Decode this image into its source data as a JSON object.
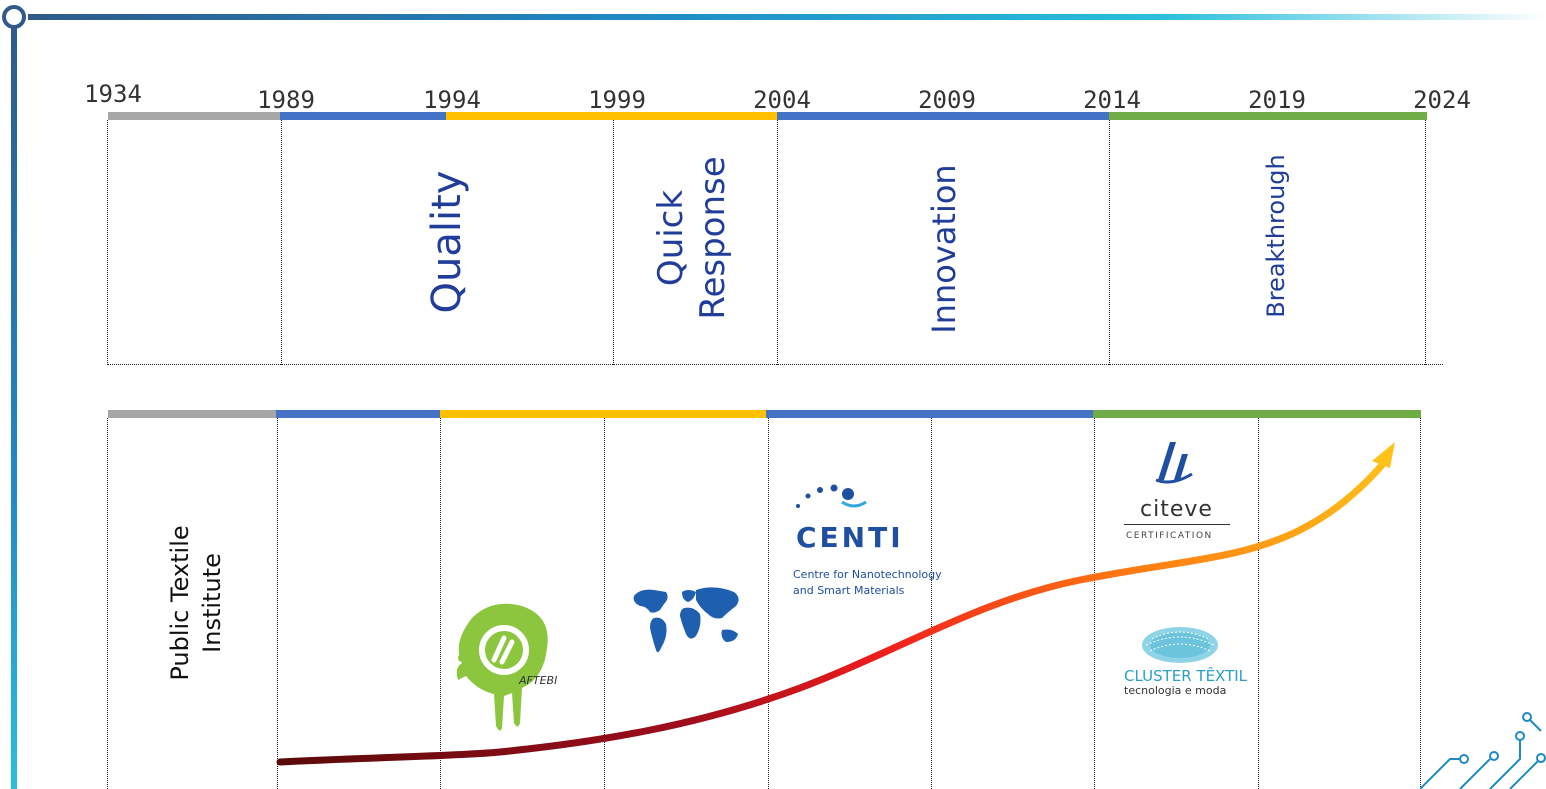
{
  "timeline": {
    "years": [
      "1934",
      "1989",
      "1994",
      "1999",
      "2004",
      "2009",
      "2014",
      "2019",
      "2024"
    ],
    "eras": [
      {
        "label": "Quality"
      },
      {
        "label": "Quick\nResponse"
      },
      {
        "label": "Innovation"
      },
      {
        "label": "Breakthrough"
      }
    ],
    "colors": {
      "gray": "#a6a6a6",
      "blue": "#4472c4",
      "yellow": "#ffc000",
      "green": "#70ad47"
    }
  },
  "bottom": {
    "institute_label": "Public Textile\nInstitute",
    "logos": {
      "aftebi": {
        "name": "AFTEBI",
        "icon": "aftebi-logo-icon"
      },
      "world": {
        "icon": "world-map-icon"
      },
      "centi": {
        "name": "CENTI",
        "subtitle_line1": "Centre for Nanotechnology",
        "subtitle_line2": "and Smart Materials",
        "icon": "centi-logo-icon"
      },
      "citeve": {
        "name": "citeve",
        "subtitle": "CERTIFICATION",
        "icon": "citeve-logo-icon"
      },
      "cluster": {
        "name": "CLUSTER TÊXTIL",
        "subtitle": "tecnologia e moda",
        "icon": "cluster-textil-logo-icon"
      }
    }
  }
}
